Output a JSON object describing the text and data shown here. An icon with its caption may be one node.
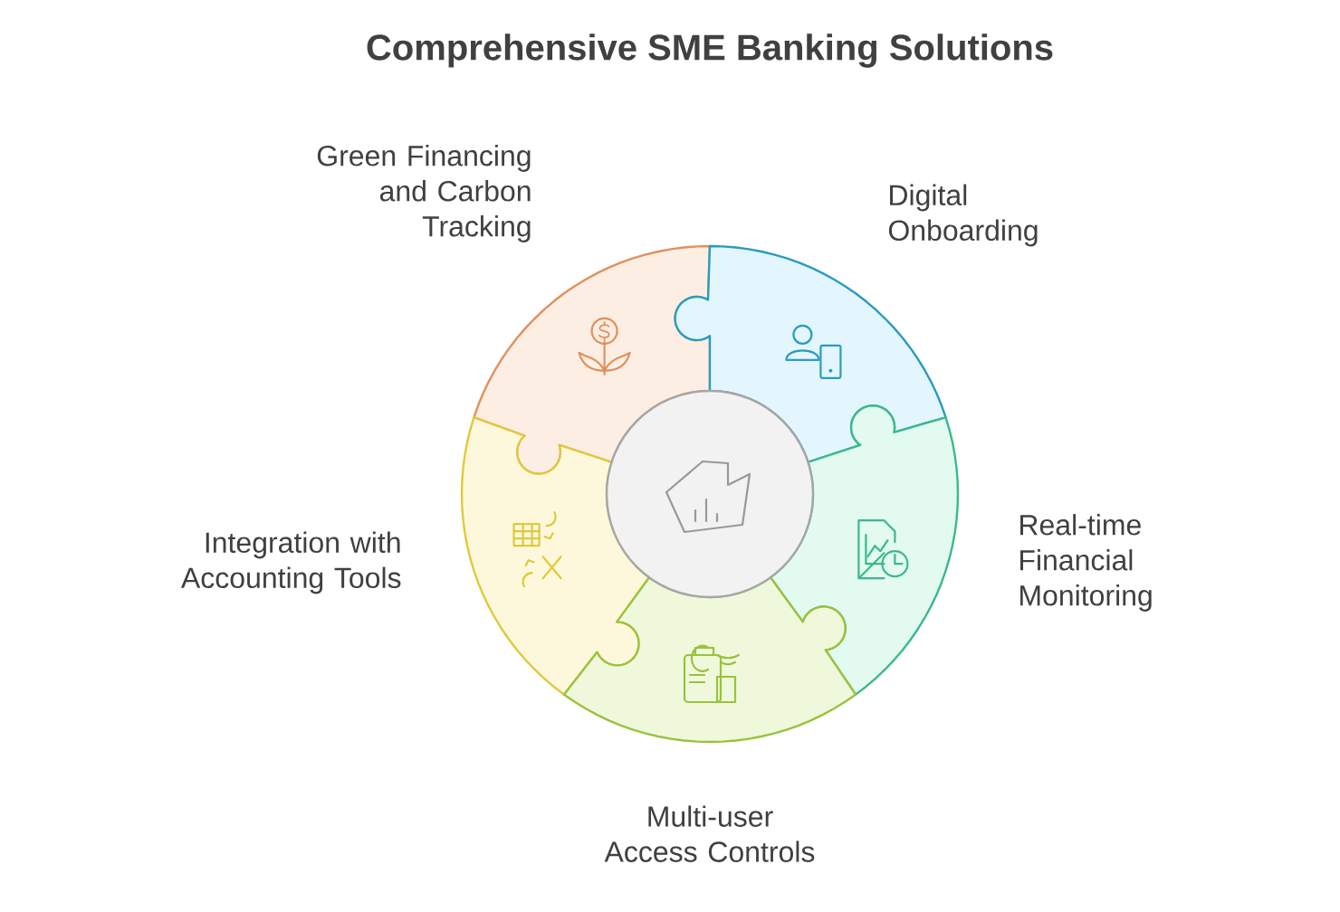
{
  "diagram": {
    "title": "Comprehensive SME Banking Solutions",
    "nodes": [
      {
        "text": [
          "Green Financing and Carbon Tracking"
        ]
      },
      {
        "text": [
          "Digital Onboarding"
        ]
      },
      {
        "text": [
          "Integration with Accounting Tools"
        ]
      },
      {
        "text": [
          "Real-time Financial Monitoring"
        ]
      },
      {
        "text": [
          "Multi-user Access Controls"
        ]
      },
      {
        "text": [],
        "shape": "circle"
      }
    ],
    "edges": []
  }
}
